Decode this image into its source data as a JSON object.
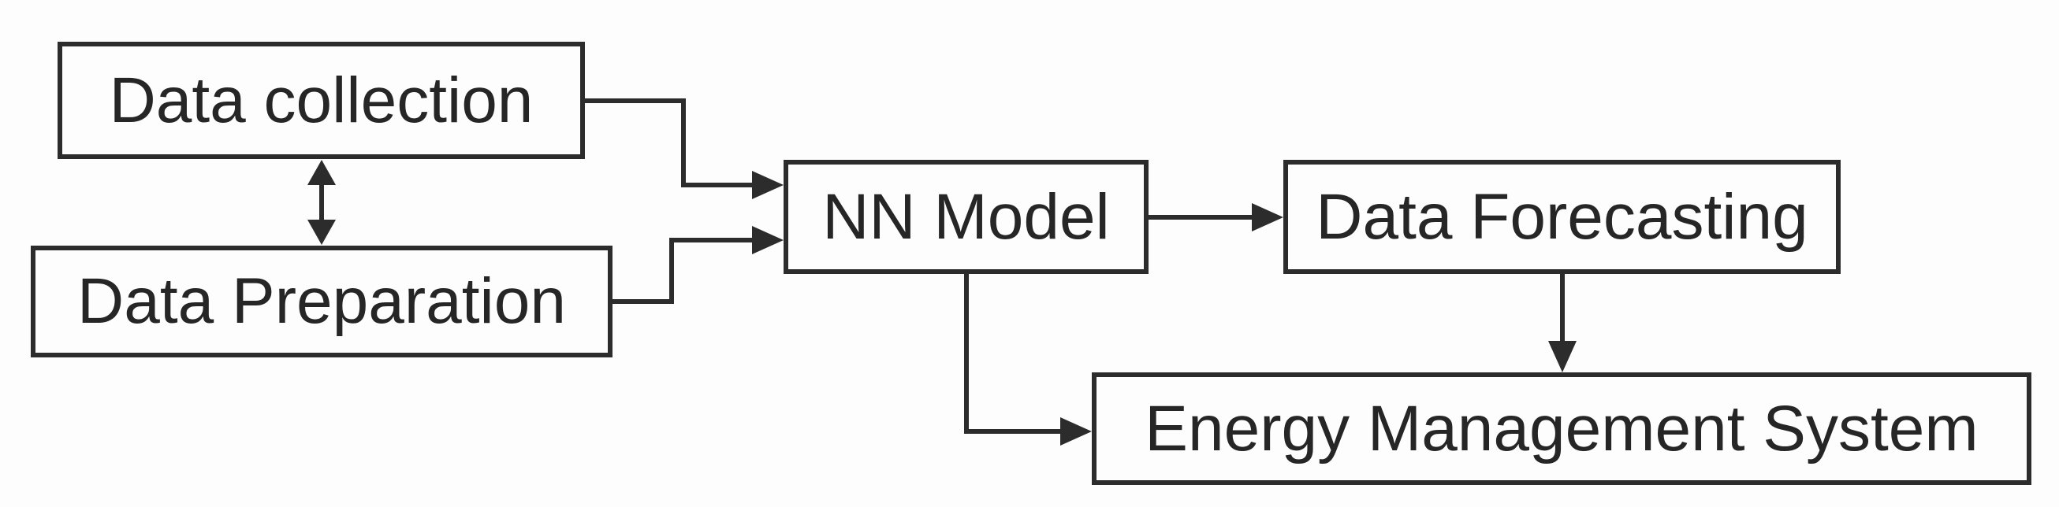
{
  "diagram": {
    "title": "",
    "nodes": {
      "data_collection": {
        "label": "Data collection"
      },
      "data_preparation": {
        "label": "Data Preparation"
      },
      "nn_model": {
        "label": "NN Model"
      },
      "data_forecasting": {
        "label": "Data Forecasting"
      },
      "energy_management_system": {
        "label": "Energy Management System"
      }
    },
    "edges": [
      {
        "from": "data_collection",
        "to": "data_preparation",
        "type": "bidirectional"
      },
      {
        "from": "data_collection",
        "to": "nn_model",
        "type": "directed"
      },
      {
        "from": "data_preparation",
        "to": "nn_model",
        "type": "directed"
      },
      {
        "from": "nn_model",
        "to": "data_forecasting",
        "type": "directed"
      },
      {
        "from": "nn_model",
        "to": "energy_management_system",
        "type": "directed"
      },
      {
        "from": "data_forecasting",
        "to": "energy_management_system",
        "type": "directed"
      }
    ],
    "colors": {
      "stroke": "#2c2c2c",
      "text": "#262626",
      "background": "#fdfdfd",
      "box_fill": "#fdfdfd"
    }
  }
}
